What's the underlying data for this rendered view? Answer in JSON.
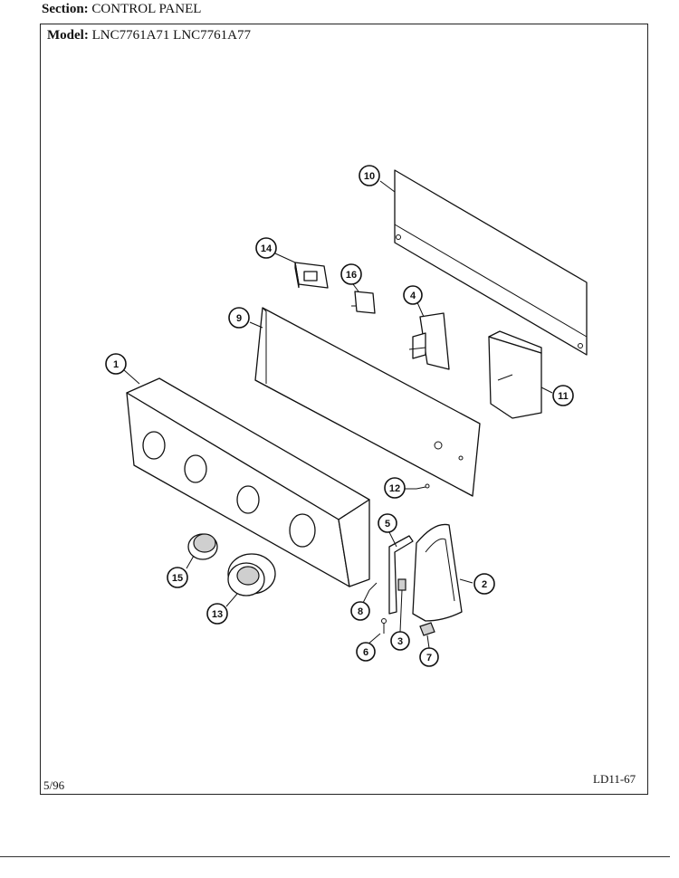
{
  "header": {
    "section_label": "Section:",
    "section_value": "CONTROL PANEL",
    "model_label": "Model:",
    "model_value": "LNC7761A71  LNC7761A77"
  },
  "footer": {
    "date": "5/96",
    "page_code": "LD11-67"
  },
  "callouts": [
    "1",
    "2",
    "3",
    "4",
    "5",
    "6",
    "7",
    "8",
    "9",
    "10",
    "11",
    "12",
    "13",
    "14",
    "15",
    "16"
  ]
}
